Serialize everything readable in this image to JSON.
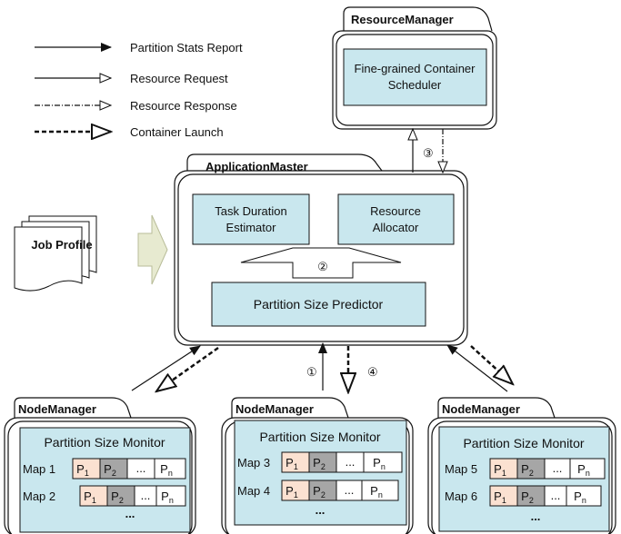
{
  "legend": [
    {
      "label": "Partition Stats Report",
      "style": "solid-filled"
    },
    {
      "label": "Resource Request",
      "style": "solid-open"
    },
    {
      "label": "Resource Response",
      "style": "dashdot-open"
    },
    {
      "label": "Container Launch",
      "style": "dashed-bold-open"
    }
  ],
  "resource_manager": {
    "title": "ResourceManager",
    "scheduler_line1": "Fine-grained Container",
    "scheduler_line2": "Scheduler"
  },
  "application_master": {
    "title": "ApplicationMaster",
    "estimator_line1": "Task Duration",
    "estimator_line2": "Estimator",
    "allocator_line1": "Resource",
    "allocator_line2": "Allocator",
    "predictor": "Partition Size Predictor"
  },
  "job_profile": "Job Profile",
  "step_markers": {
    "one": "①",
    "two": "②",
    "three": "③",
    "four": "④"
  },
  "node_managers": [
    {
      "title": "NodeManager",
      "monitor": "Partition Size Monitor",
      "maps": [
        {
          "label": "Map 1",
          "p1": "P",
          "p1_sub": "1",
          "p2": "P",
          "p2_sub": "2",
          "dots": "...",
          "pn": "P",
          "pn_sub": "n"
        },
        {
          "label": "Map 2",
          "p1": "P",
          "p1_sub": "1",
          "p2": "P",
          "p2_sub": "2",
          "dots": "...",
          "pn": "P",
          "pn_sub": "n"
        }
      ],
      "ellipsis": "..."
    },
    {
      "title": "NodeManager",
      "monitor": "Partition Size Monitor",
      "maps": [
        {
          "label": "Map 3",
          "p1": "P",
          "p1_sub": "1",
          "p2": "P",
          "p2_sub": "2",
          "dots": "...",
          "pn": "P",
          "pn_sub": "n"
        },
        {
          "label": "Map 4",
          "p1": "P",
          "p1_sub": "1",
          "p2": "P",
          "p2_sub": "2",
          "dots": "...",
          "pn": "P",
          "pn_sub": "n"
        }
      ],
      "ellipsis": "..."
    },
    {
      "title": "NodeManager",
      "monitor": "Partition Size Monitor",
      "maps": [
        {
          "label": "Map 5",
          "p1": "P",
          "p1_sub": "1",
          "p2": "P",
          "p2_sub": "2",
          "dots": "...",
          "pn": "P",
          "pn_sub": "n"
        },
        {
          "label": "Map 6",
          "p1": "P",
          "p1_sub": "1",
          "p2": "P",
          "p2_sub": "2",
          "dots": "...",
          "pn": "P",
          "pn_sub": "n"
        }
      ],
      "ellipsis": "..."
    }
  ],
  "colors": {
    "box_fill": "#c9e7ee",
    "partition_first": "#fbe1d1",
    "partition_second": "#a6a6a6",
    "partition_other": "#ffffff",
    "arrow_fill": "#e7ead0",
    "stroke": "#111111"
  }
}
